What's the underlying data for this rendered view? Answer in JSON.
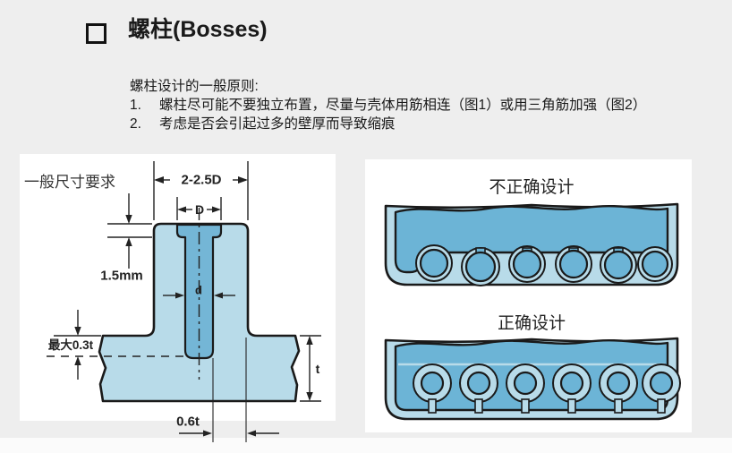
{
  "title": {
    "bullet_icon": "square-outline",
    "text": "螺柱(Bosses)"
  },
  "principles": {
    "heading": "螺柱设计的一般原则:",
    "items": [
      {
        "num": "1.",
        "text": "螺柱尽可能不要独立布置，尽量与壳体用筋相连（图1）或用三角筋加强（图2）"
      },
      {
        "num": "2.",
        "text": "考虑是否会引起过多的壁厚而导致缩痕"
      }
    ]
  },
  "dimension_figure": {
    "caption": "一般尺寸要求",
    "labels": {
      "outer_width": "2-2.5D",
      "counterbore_diameter": "D",
      "hole_diameter": "d",
      "counterbore_depth": "1.5mm",
      "max_penetration": "最大0.3t",
      "wall_thickness": "t",
      "boss_wall": "0.6t"
    }
  },
  "comparison": {
    "incorrect_title": "不正确设计",
    "correct_title": "正确设计"
  },
  "colors": {
    "background": "#eeeeee",
    "panel": "#ffffff",
    "part_light_blue": "#b8dbe9",
    "part_dark_blue": "#6cb4d6",
    "outline": "#1a1a1a"
  }
}
